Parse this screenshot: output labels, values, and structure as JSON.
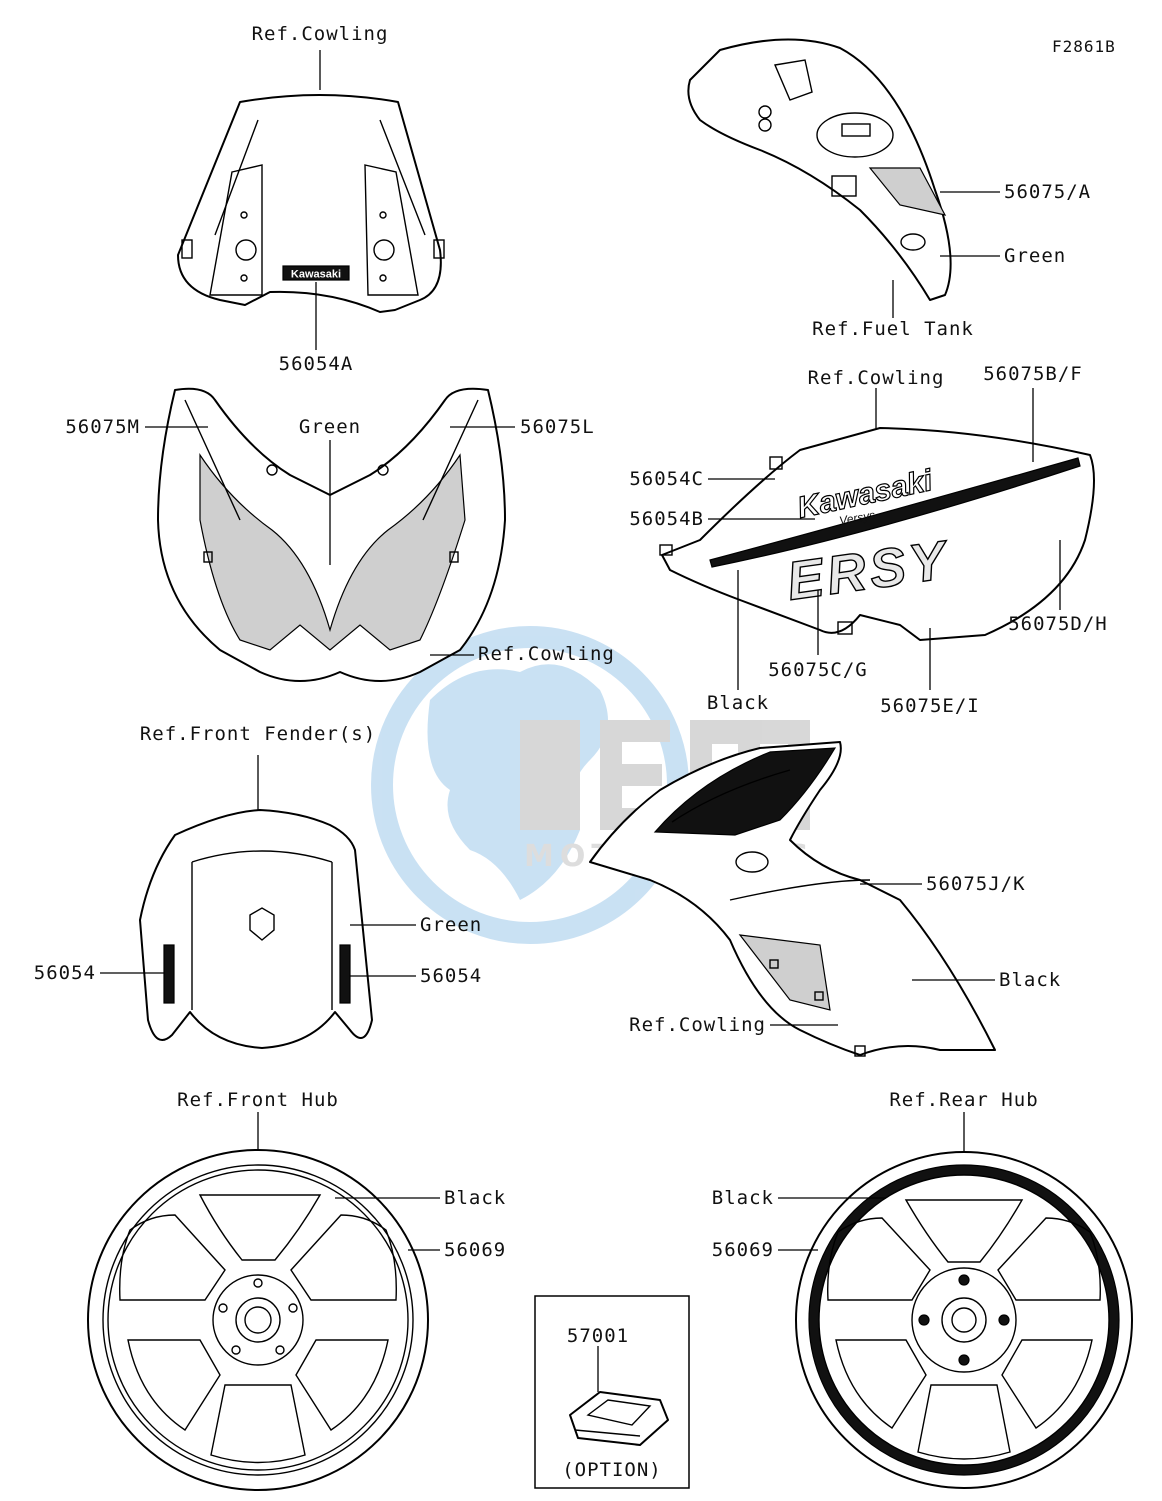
{
  "figure_code": "F2861B",
  "watermark": {
    "logo_text": "OEM",
    "sub_text": "MOTORPARTS",
    "colors": {
      "globe": "#9ec9ea",
      "logo": "#b8b8b8"
    }
  },
  "windshield": {
    "ref": "Ref.Cowling",
    "part": "56054A",
    "badge": "Kawasaki"
  },
  "fuel_tank": {
    "ref": "Ref.Fuel Tank",
    "part": "56075/A",
    "color": "Green"
  },
  "upper_cowl": {
    "left_part": "56075M",
    "right_part": "56075L",
    "color": "Green",
    "ref": "Ref.Cowling"
  },
  "side_cowl_right": {
    "ref": "Ref.Cowling",
    "parts": [
      "56075B/F",
      "56054C",
      "56054B",
      "56075D/H",
      "56075C/G",
      "56075E/I"
    ],
    "color": "Black",
    "badge_main": "Kawasaki",
    "badge_sub": "Versys",
    "graphic": "ERSY"
  },
  "front_fender": {
    "ref": "Ref.Front Fender(s)",
    "left_part": "56054",
    "right_part": "56054",
    "color": "Green"
  },
  "side_cowl_left": {
    "part": "56075J/K",
    "color": "Black",
    "ref": "Ref.Cowling"
  },
  "front_wheel": {
    "ref": "Ref.Front Hub",
    "color": "Black",
    "part": "56069"
  },
  "rear_wheel": {
    "ref": "Ref.Rear Hub",
    "color": "Black",
    "part": "56069"
  },
  "option_box": {
    "part": "57001",
    "note": "(OPTION)"
  }
}
